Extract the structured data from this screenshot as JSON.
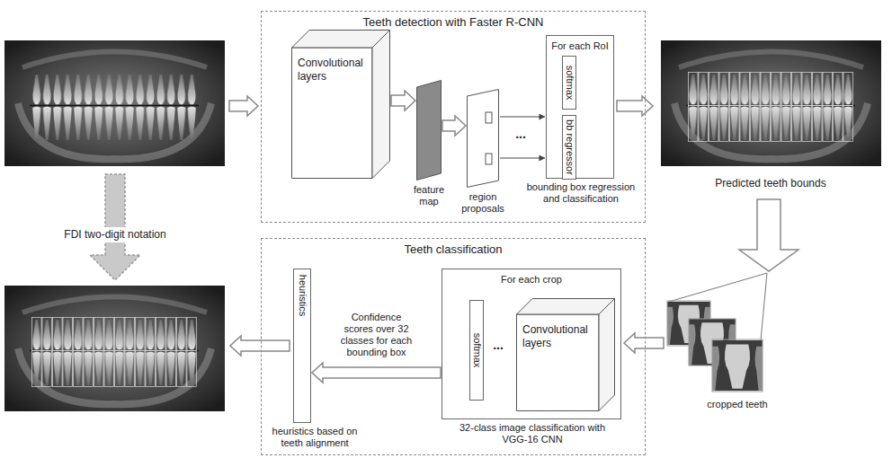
{
  "diagram": {
    "nodes": [
      {
        "text": [
          "Teeth detection with Faster R-CNN"
        ]
      },
      {
        "text": [
          "Convolutional layers"
        ],
        "in": 0
      },
      {
        "text": [
          "feature map"
        ],
        "in": 0
      },
      {
        "text": [
          "region proposals"
        ],
        "in": 0
      },
      {
        "text": [
          "For each RoI",
          "bounding box regression and classification"
        ],
        "in": 0
      },
      {
        "text": [
          "softmax"
        ],
        "in": 4
      },
      {
        "text": [
          "bb regressor"
        ],
        "in": 4
      },
      {
        "text": [
          "Teeth classification"
        ]
      },
      {
        "text": [
          "For each crop",
          "32-class image classification with VGG-16 CNN"
        ],
        "in": 7
      },
      {
        "text": [
          "softmax"
        ],
        "in": 8
      },
      {
        "text": [
          "Convolutional layers"
        ],
        "in": 8
      },
      {
        "text": [
          "heuristics",
          "heuristics based on teeth alignment"
        ],
        "in": 7
      }
    ],
    "edges": [
      {
        "from": 1,
        "to": 2,
        "arrow": "to"
      },
      {
        "from": 2,
        "to": 3,
        "arrow": "to"
      },
      {
        "from": 3,
        "to": 4,
        "arrow": "to"
      },
      {
        "from": 3,
        "to": 4,
        "arrow": "to"
      },
      {
        "from": 8,
        "to": 11,
        "arrow": "to",
        "label": "Confidence scores over 32 classes for each bounding box"
      }
    ],
    "labels": [
      "Predicted teeth bounds",
      "FDI two-digit notation",
      "cropped teeth",
      "...",
      "..."
    ]
  }
}
